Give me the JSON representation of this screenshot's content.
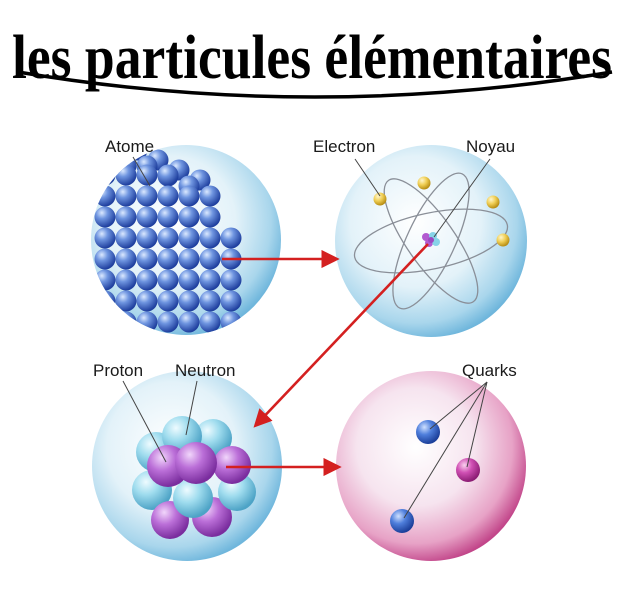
{
  "title": "les particules élémentaires",
  "labels": {
    "atome": "Atome",
    "electron": "Electron",
    "noyau": "Noyau",
    "proton": "Proton",
    "neutron": "Neutron",
    "quarks": "Quarks"
  },
  "colors": {
    "arrow": "#d42020",
    "sphere_blue": "#c9e6f3",
    "sphere_pink": "#e9a6c8",
    "ball_blue": "#3f63c6",
    "electron_gold": "#e8c24a",
    "proton_purple": "#b25ad0",
    "neutron_cyan": "#87d3e8",
    "quark_blue": "#3b6fd0",
    "quark_magenta": "#c03aa4"
  }
}
